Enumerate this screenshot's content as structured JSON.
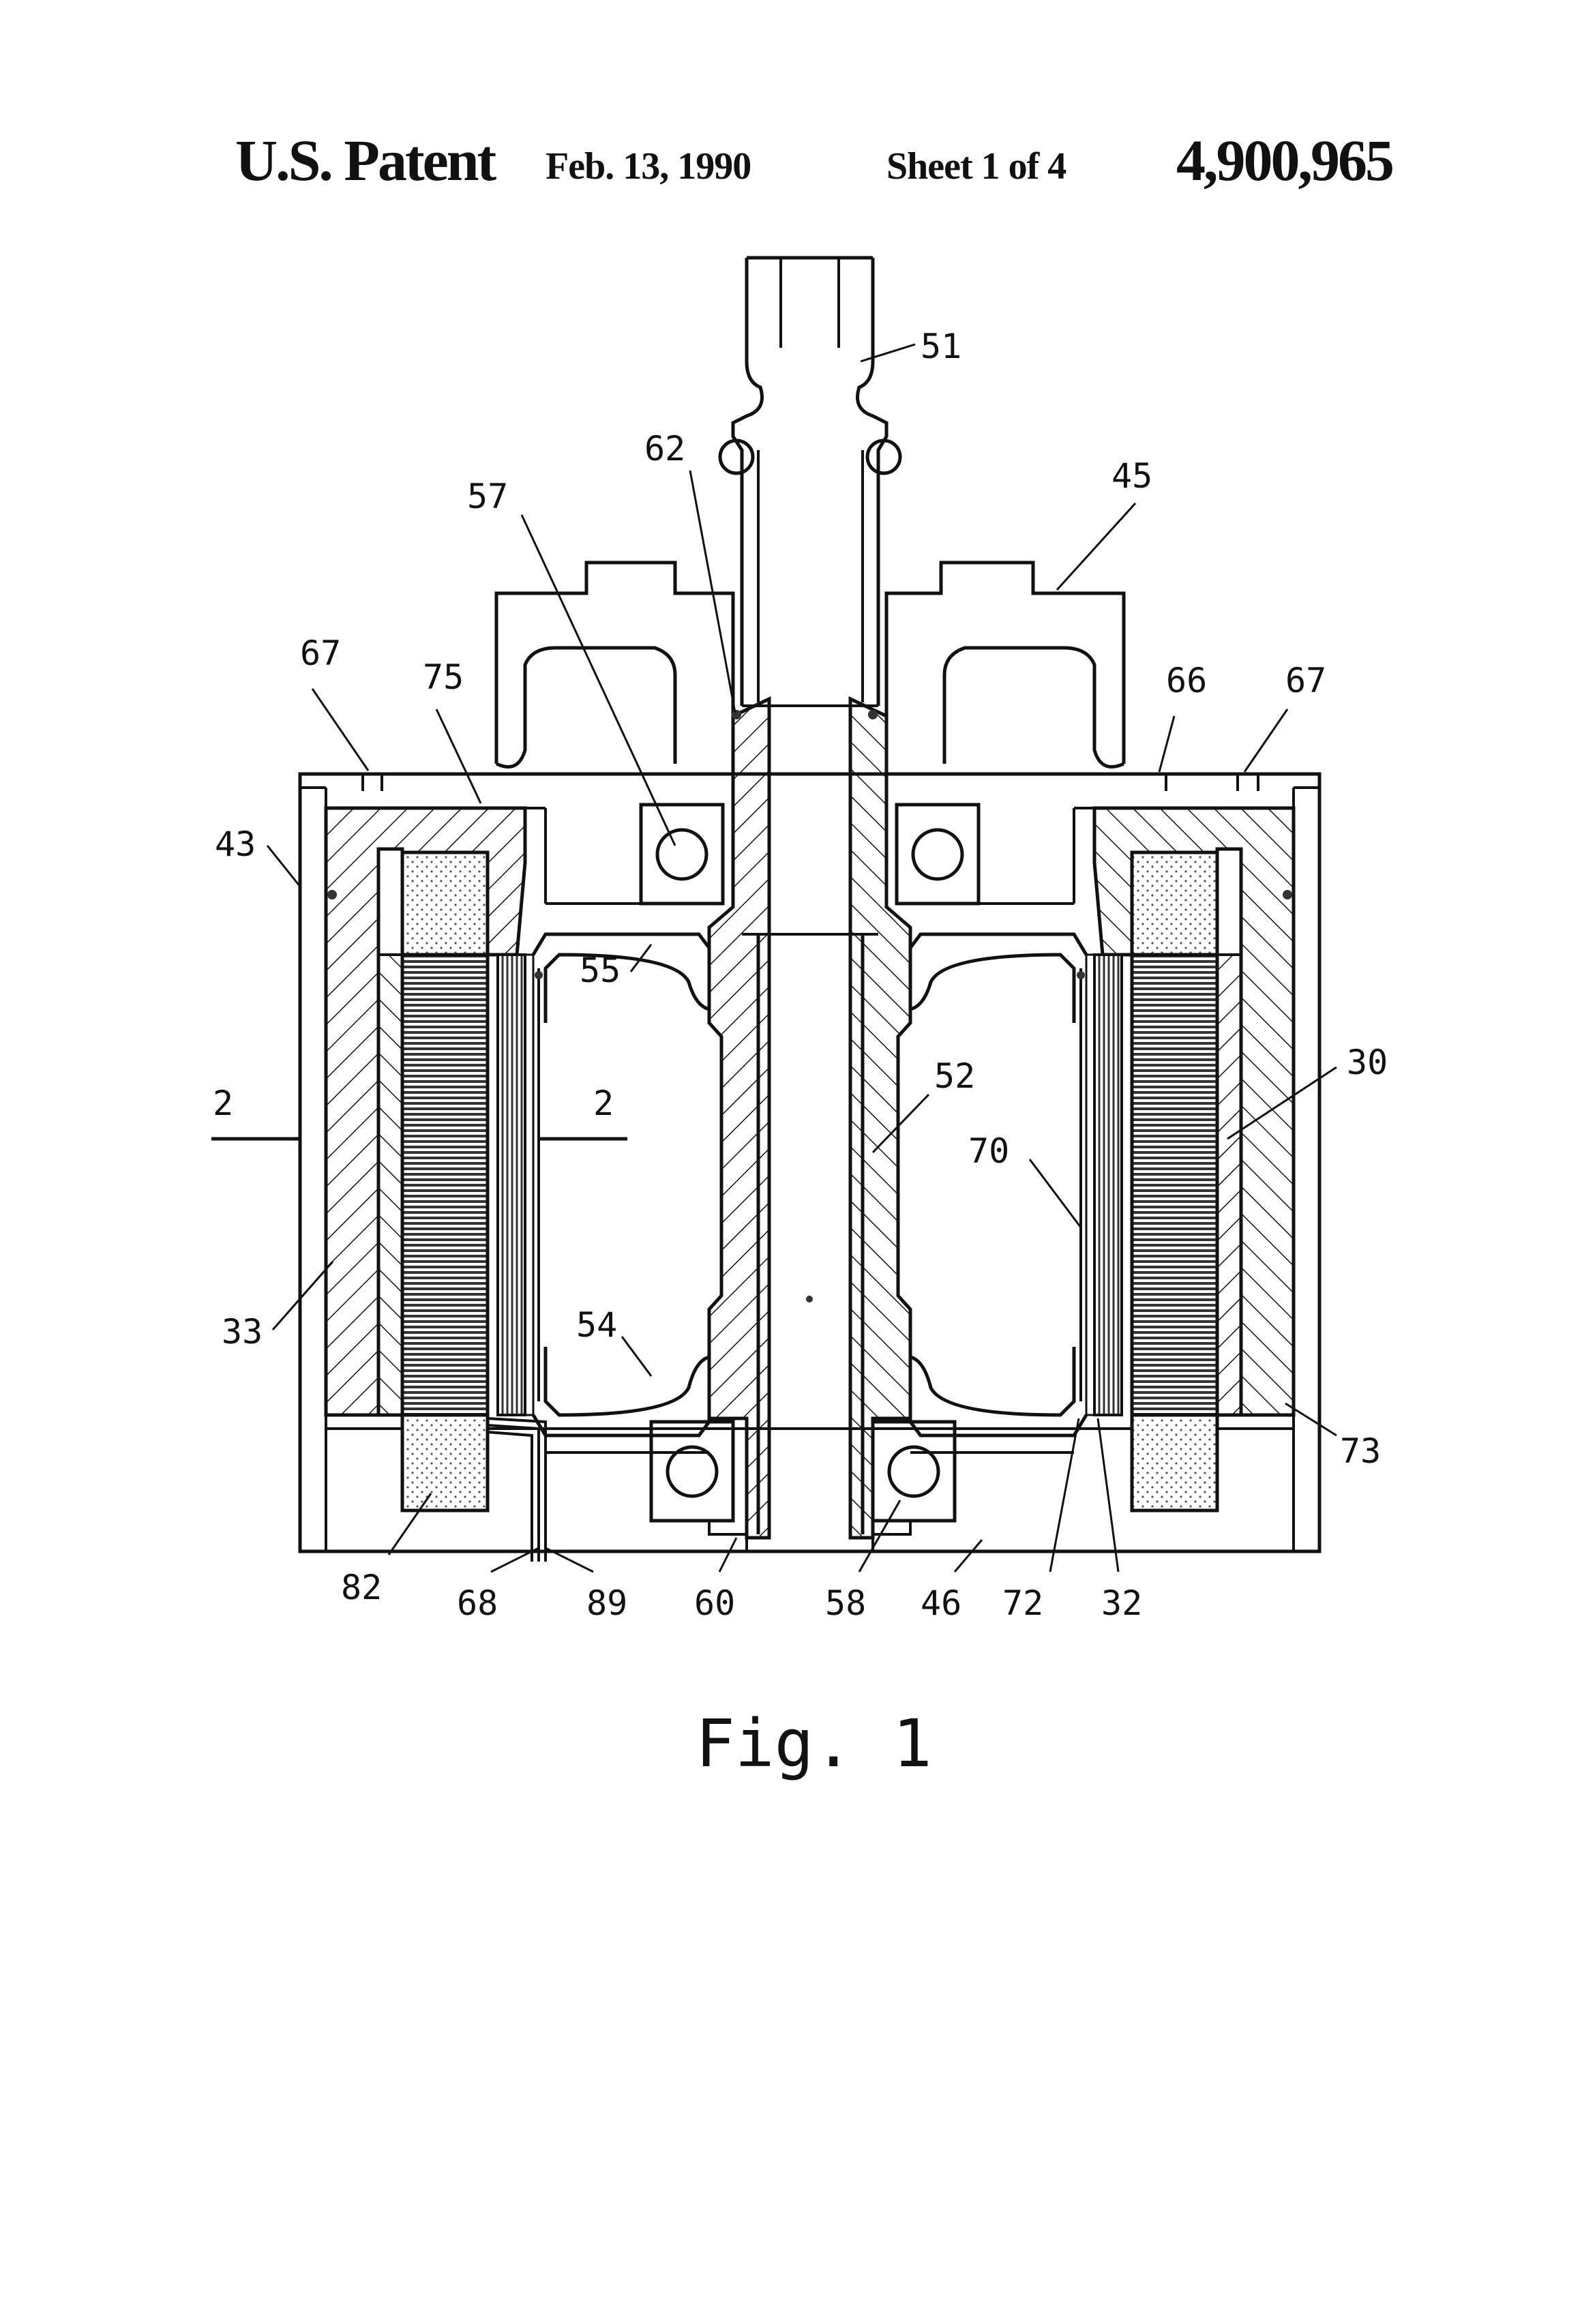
{
  "header": {
    "left": "U.S. Patent",
    "date": "Feb. 13, 1990",
    "sheet": "Sheet 1 of 4",
    "number": "4,900,965"
  },
  "figure": {
    "caption": "Fig. 1",
    "refs": {
      "r51": "51",
      "r62": "62",
      "r45": "45",
      "r57": "57",
      "r67a": "67",
      "r75": "75",
      "r66": "66",
      "r67b": "67",
      "r43": "43",
      "r55": "55",
      "r52": "52",
      "r30": "30",
      "r2a": "2",
      "r2b": "2",
      "r70": "70",
      "r33": "33",
      "r54": "54",
      "r73": "73",
      "r82": "82",
      "r68": "68",
      "r89": "89",
      "r60": "60",
      "r58": "58",
      "r46": "46",
      "r72": "72",
      "r32": "32"
    }
  }
}
